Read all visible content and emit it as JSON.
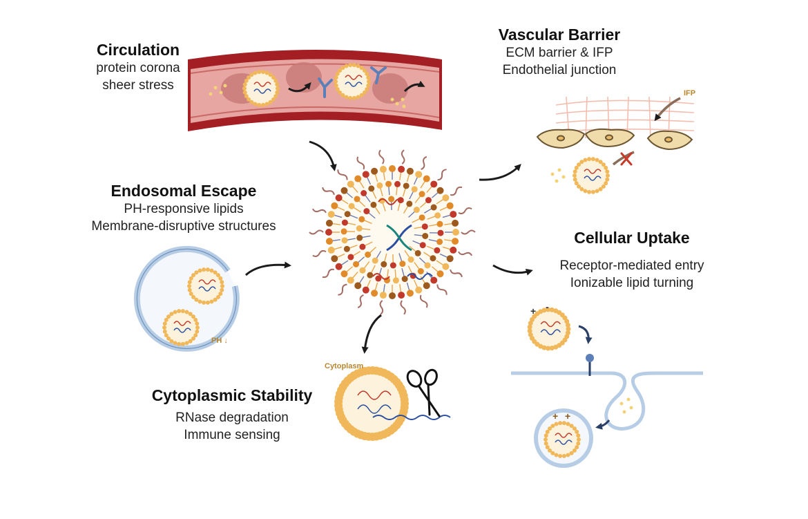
{
  "circulation": {
    "title": "Circulation",
    "lines": [
      "protein corona",
      "sheer stress"
    ]
  },
  "vascular": {
    "title": "Vascular Barrier",
    "lines": [
      "ECM barrier & IFP",
      "Endothelial junction"
    ],
    "tag": "IFP"
  },
  "endosomal": {
    "title": "Endosomal Escape",
    "lines": [
      "PH-responsive lipids",
      "Membrane-disruptive structures"
    ],
    "tag": "PH ↓"
  },
  "uptake": {
    "title": "Cellular Uptake",
    "lines": [
      "Receptor-mediated entry",
      "Ionizable lipid turning"
    ],
    "charges": [
      "+",
      "-"
    ],
    "inner_charges": [
      "+",
      "+"
    ]
  },
  "cytoplasmic": {
    "title": "Cytoplasmic Stability",
    "lines": [
      "RNase degradation",
      "Immune sensing"
    ],
    "tag": "Cytoplasm"
  },
  "colors": {
    "vessel_outer": "#a31f24",
    "vessel_inner": "#e7a6a2",
    "lipid_head": "#f0b85a",
    "lipid_core": "#fdf3dc",
    "rna_red": "#c0392b",
    "rna_blue": "#2b4fa0",
    "antibody": "#5d7fb8",
    "arrow": "#1b1b1b",
    "endosome": "#b7cde6",
    "cell": "#ecd29a"
  }
}
